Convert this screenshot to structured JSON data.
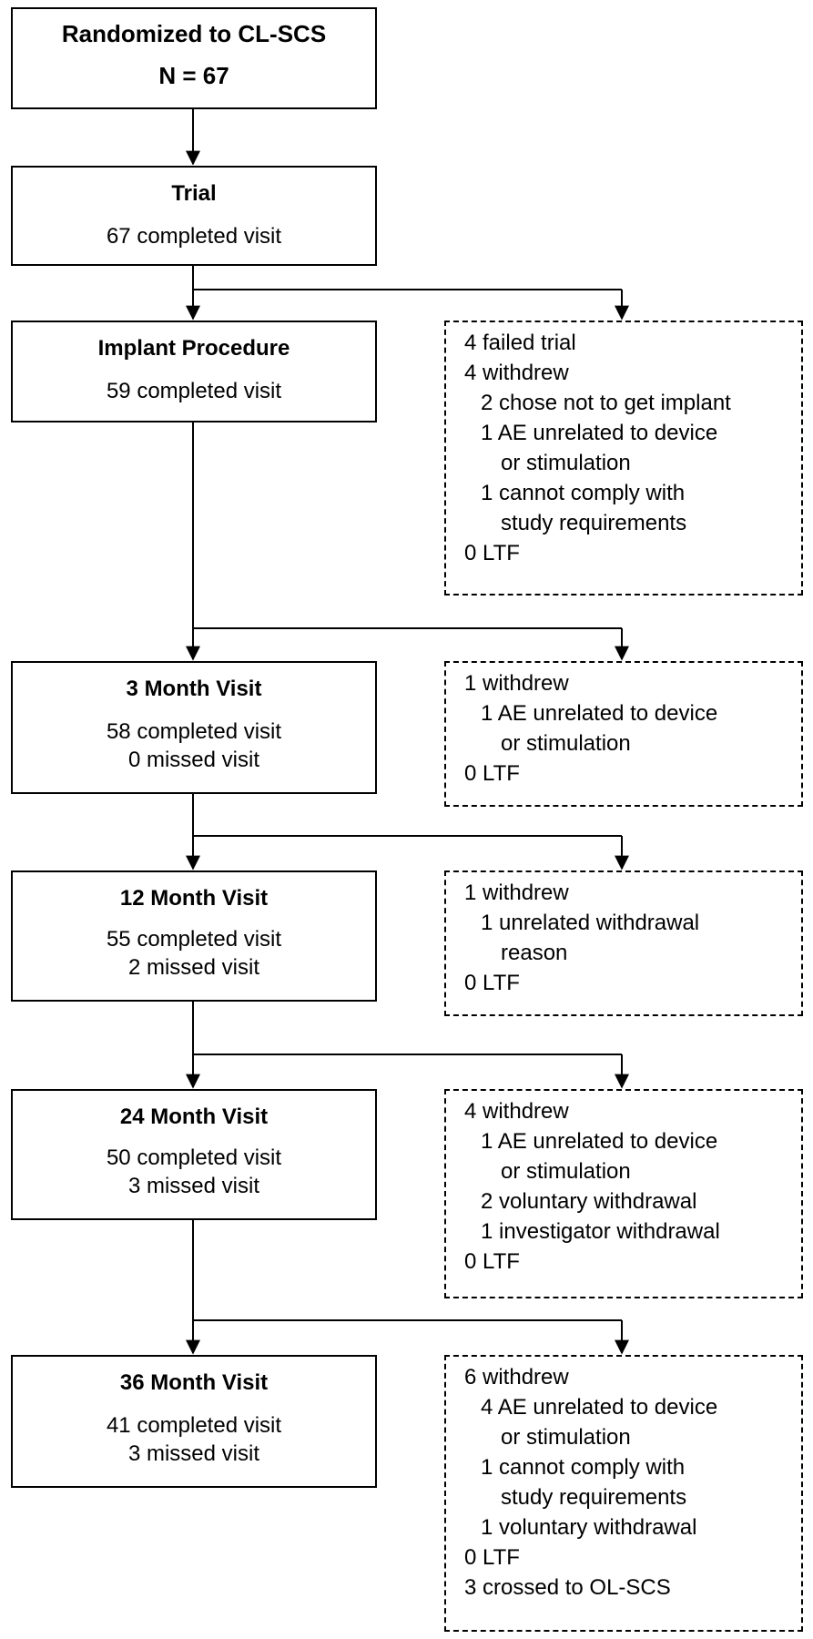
{
  "top": {
    "title": "Randomized to CL-SCS",
    "n": "N = 67"
  },
  "stages": [
    {
      "title": "Trial",
      "completed": "67 completed visit",
      "missed": ""
    },
    {
      "title": "Implant Procedure",
      "completed": "59 completed visit",
      "missed": ""
    },
    {
      "title": "3 Month Visit",
      "completed": "58 completed visit",
      "missed": "0 missed visit"
    },
    {
      "title": "12 Month Visit",
      "completed": "55 completed visit",
      "missed": "2 missed visit"
    },
    {
      "title": "24 Month Visit",
      "completed": "50 completed visit",
      "missed": "3 missed visit"
    },
    {
      "title": "36 Month Visit",
      "completed": "41 completed visit",
      "missed": "3 missed visit"
    }
  ],
  "exits": [
    {
      "lines": [
        "4 failed trial",
        "4 withdrew",
        "2 chose not to get implant",
        "1 AE unrelated to device",
        "or stimulation",
        "1 cannot comply with",
        "study requirements",
        "0 LTF"
      ]
    },
    {
      "lines": [
        "1 withdrew",
        "1 AE unrelated to device",
        "or stimulation",
        "0 LTF"
      ]
    },
    {
      "lines": [
        "1 withdrew",
        "1 unrelated withdrawal",
        "reason",
        "0 LTF"
      ]
    },
    {
      "lines": [
        "4 withdrew",
        "1 AE unrelated to device",
        "or stimulation",
        "2 voluntary withdrawal",
        "1 investigator withdrawal",
        "0 LTF"
      ]
    },
    {
      "lines": [
        "6 withdrew",
        "4 AE unrelated to device",
        "or stimulation",
        "1 cannot comply with",
        "study requirements",
        "1 voluntary withdrawal",
        "0 LTF",
        "3 crossed to OL-SCS"
      ]
    }
  ]
}
